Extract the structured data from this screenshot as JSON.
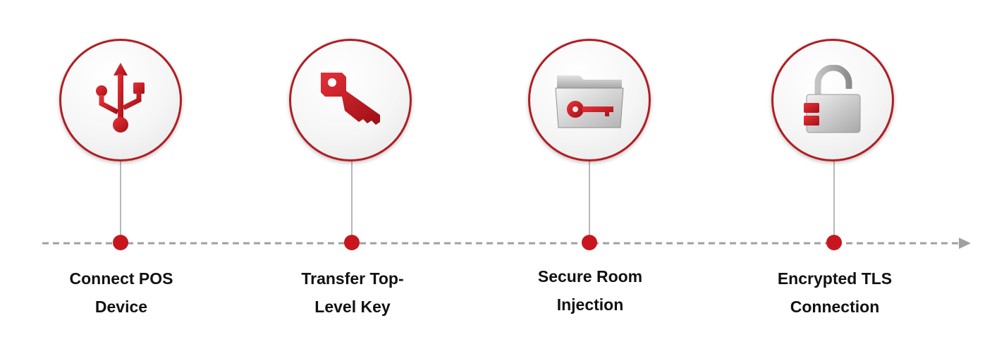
{
  "steps": [
    {
      "line1": "Connect POS",
      "line2": "Device",
      "icon": "usb-icon"
    },
    {
      "line1": "Transfer Top-",
      "line2": "Level Key",
      "icon": "key-icon"
    },
    {
      "line1": "Secure Room",
      "line2": "Injection",
      "icon": "folder-key-icon"
    },
    {
      "line1": "Encrypted TLS",
      "line2": "Connection",
      "icon": "padlock-icon"
    }
  ],
  "colors": {
    "accent": "#c8161e",
    "accent_dark": "#b01e23",
    "line": "#a0a0a0",
    "connector": "#b8b8b8",
    "text": "#111111"
  }
}
